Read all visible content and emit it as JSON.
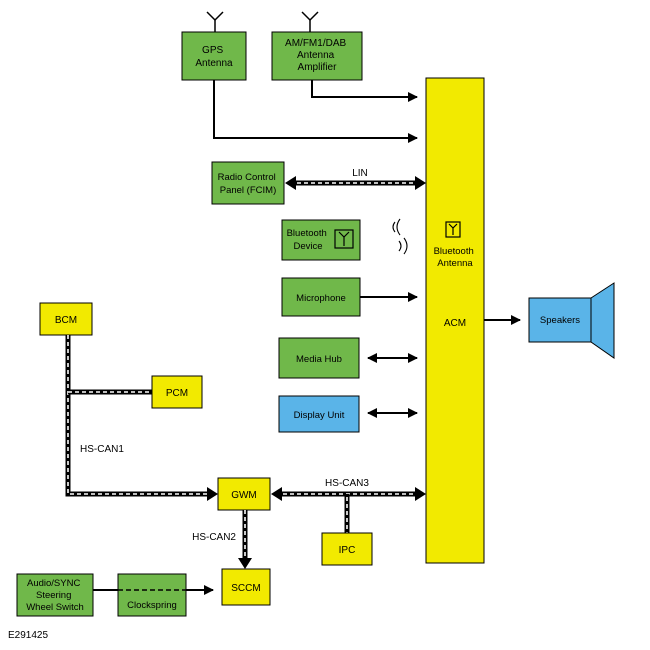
{
  "colors": {
    "green": "#70b84a",
    "yellow": "#f2ea00",
    "blue": "#5ab4e8",
    "stroke": "#000000"
  },
  "modules": {
    "gps": [
      "GPS",
      "Antenna"
    ],
    "amfm": [
      "AM/FM1/DAB",
      "Antenna",
      "Amplifier"
    ],
    "radio_panel": [
      "Radio Control",
      "Panel (FCIM)"
    ],
    "bluetooth_device": [
      "Bluetooth",
      "Device"
    ],
    "microphone": "Microphone",
    "media_hub": "Media Hub",
    "display_unit": "Display Unit",
    "acm_antenna": [
      "Bluetooth",
      "Antenna"
    ],
    "acm": "ACM",
    "speakers": "Speakers",
    "bcm": "BCM",
    "pcm": "PCM",
    "gwm": "GWM",
    "ipc": "IPC",
    "sccm": "SCCM",
    "audio_switch": [
      "Audio/SYNC",
      "Steering",
      "Wheel Switch"
    ],
    "clockspring": "Clockspring"
  },
  "bus_labels": {
    "lin": "LIN",
    "hs_can1": "HS-CAN1",
    "hs_can2": "HS-CAN2",
    "hs_can3": "HS-CAN3"
  },
  "icons": [
    "antenna-icon",
    "bluetooth-antenna-icon",
    "wireless-signal-icon",
    "speaker-icon"
  ],
  "figure_id": "E291425"
}
